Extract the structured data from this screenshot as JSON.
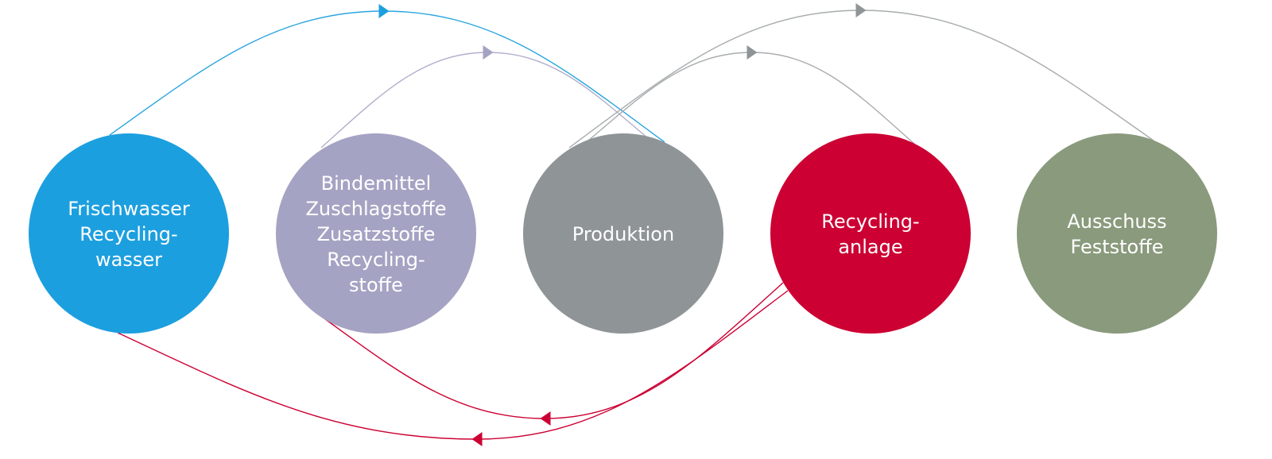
{
  "diagram": {
    "title": "",
    "nodes": [
      {
        "id": "frischwasser",
        "lines": [
          "Frischwasser",
          "Recycling-",
          "wasser"
        ],
        "color": "#1c9fdf"
      },
      {
        "id": "bindemittel",
        "lines": [
          "Bindemittel",
          "Zuschlagstoffe",
          "Zusatzstoffe",
          "Recycling-",
          "stoffe"
        ],
        "color": "#a5a3c3"
      },
      {
        "id": "produktion",
        "lines": [
          "Produktion"
        ],
        "color": "#8f9496"
      },
      {
        "id": "recyclinganlage",
        "lines": [
          "Recycling-",
          "anlage"
        ],
        "color": "#cc0033"
      },
      {
        "id": "ausschuss",
        "lines": [
          "Ausschuss",
          "Feststoffe"
        ],
        "color": "#8a9a7c"
      }
    ],
    "edges": [
      {
        "from": "frischwasser",
        "to": "produktion",
        "color": "#2aa5df",
        "side": "top"
      },
      {
        "from": "bindemittel",
        "to": "produktion",
        "color": "#b1afcc",
        "side": "top"
      },
      {
        "from": "produktion",
        "to": "ausschuss",
        "color": "#a8acae",
        "side": "top"
      },
      {
        "from": "produktion",
        "to": "recyclinganlage",
        "color": "#a8acae",
        "side": "top"
      },
      {
        "from": "recyclinganlage",
        "to": "bindemittel",
        "color": "#cc0033",
        "side": "bottom"
      },
      {
        "from": "recyclinganlage",
        "to": "frischwasser",
        "color": "#cc0033",
        "side": "bottom"
      }
    ]
  }
}
